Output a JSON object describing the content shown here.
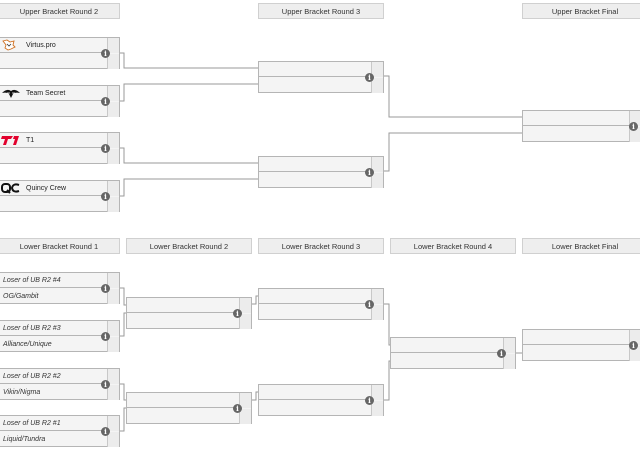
{
  "headers": {
    "ub_r2": "Upper Bracket Round 2",
    "ub_r3": "Upper Bracket Round 3",
    "ub_final": "Upper Bracket Final",
    "lb_r1": "Lower Bracket Round 1",
    "lb_r2": "Lower Bracket Round 2",
    "lb_r3": "Lower Bracket Round 3",
    "lb_r4": "Lower Bracket Round 4",
    "lb_final": "Lower Bracket Final"
  },
  "upper": {
    "r2_match1": {
      "team_top": "Virtus.pro",
      "team_bottom": "",
      "logo_top": "virtus-pro-logo"
    },
    "r2_match2": {
      "team_top": "Team Secret",
      "team_bottom": "",
      "logo_top": "team-secret-logo"
    },
    "r2_match3": {
      "team_top": "T1",
      "team_bottom": "",
      "logo_top": "t1-logo"
    },
    "r2_match4": {
      "team_top": "Quincy Crew",
      "team_bottom": "",
      "logo_top": "quincy-crew-logo"
    }
  },
  "lower": {
    "r1_match1": {
      "team_top": "Loser of UB R2 #4",
      "team_bottom": "OG/Gambit"
    },
    "r1_match2": {
      "team_top": "Loser of UB R2 #3",
      "team_bottom": "Alliance/Unique"
    },
    "r1_match3": {
      "team_top": "Loser of UB R2 #2",
      "team_bottom": "Vikin/Nigma"
    },
    "r1_match4": {
      "team_top": "Loser of UB R2 #1",
      "team_bottom": "Liquid/Tundra"
    }
  },
  "info_icon": "i",
  "colors": {
    "header_bg": "#eeeeee",
    "box_bg": "#f4f4f4",
    "line": "#9a9a9a",
    "t1_red": "#e2012d"
  }
}
